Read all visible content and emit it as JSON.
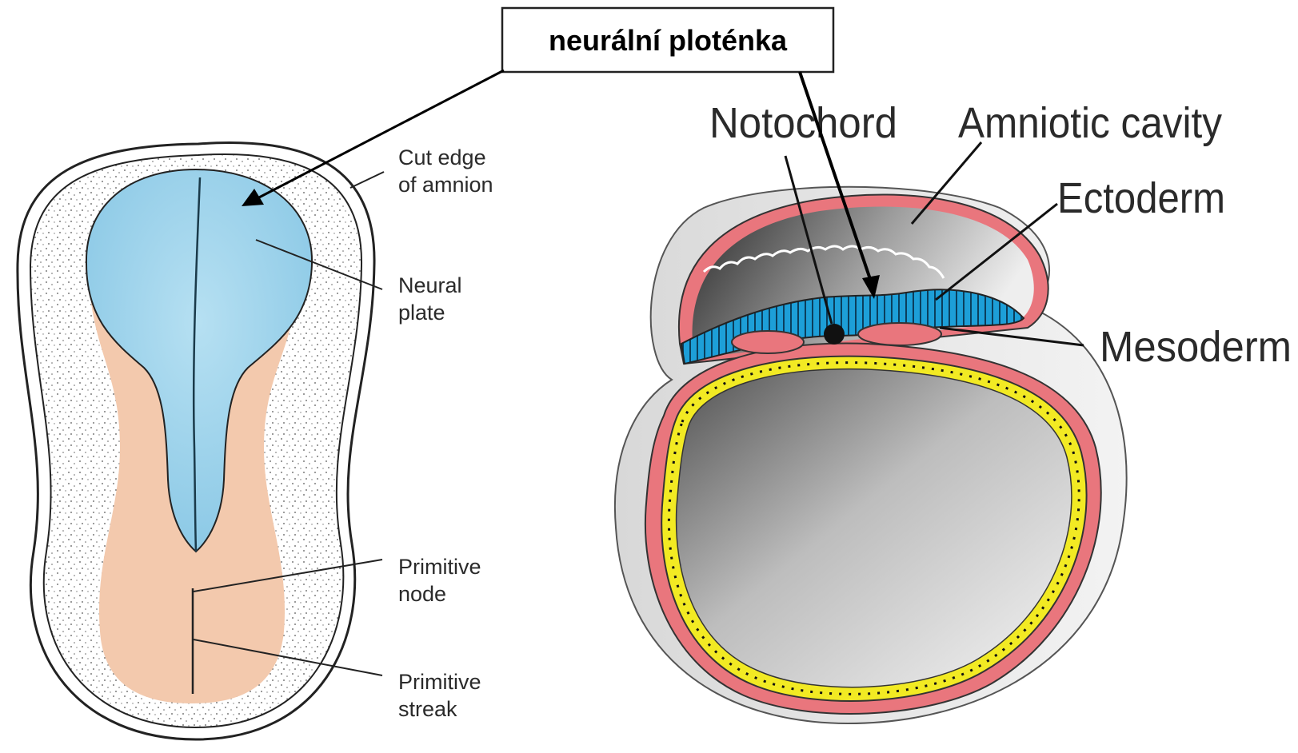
{
  "callout": {
    "text": "neurální ploténka"
  },
  "left_diagram": {
    "labels": {
      "cut_edge": [
        "Cut edge",
        "of amnion"
      ],
      "neural_plate": [
        "Neural",
        "plate"
      ],
      "primitive_node": [
        "Primitive",
        "node"
      ],
      "primitive_streak": [
        "Primitive",
        "streak"
      ]
    }
  },
  "right_diagram": {
    "labels": {
      "notochord": "Notochord",
      "amniotic_cavity": "Amniotic cavity",
      "ectoderm": "Ectoderm",
      "mesoderm": "Mesoderm"
    }
  },
  "colors": {
    "neural_plate": "#a9d9ef",
    "embryo_body": "#f3c9ad",
    "ectoderm": "#1a9fd6",
    "mesoderm": "#e9767d",
    "yolk_ring": "#f2ea23"
  }
}
